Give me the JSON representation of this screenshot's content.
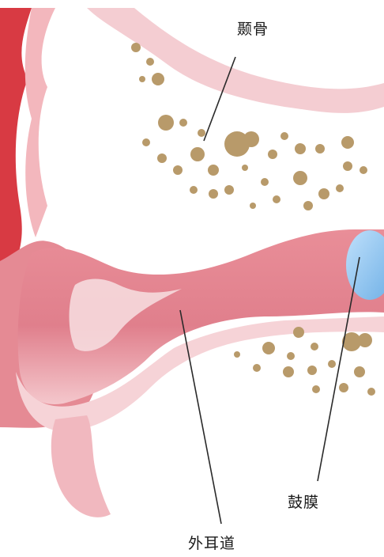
{
  "labels": {
    "temporal_bone": "颞骨",
    "eardrum": "鼓膜",
    "ear_canal": "外耳道"
  },
  "colors": {
    "tissue_pink": "#e58a94",
    "tissue_dark": "#c9566a",
    "bone_tan": "#b89a6a",
    "eardrum_blue": "#8fc4ee",
    "outer_red": "#d83a43"
  }
}
